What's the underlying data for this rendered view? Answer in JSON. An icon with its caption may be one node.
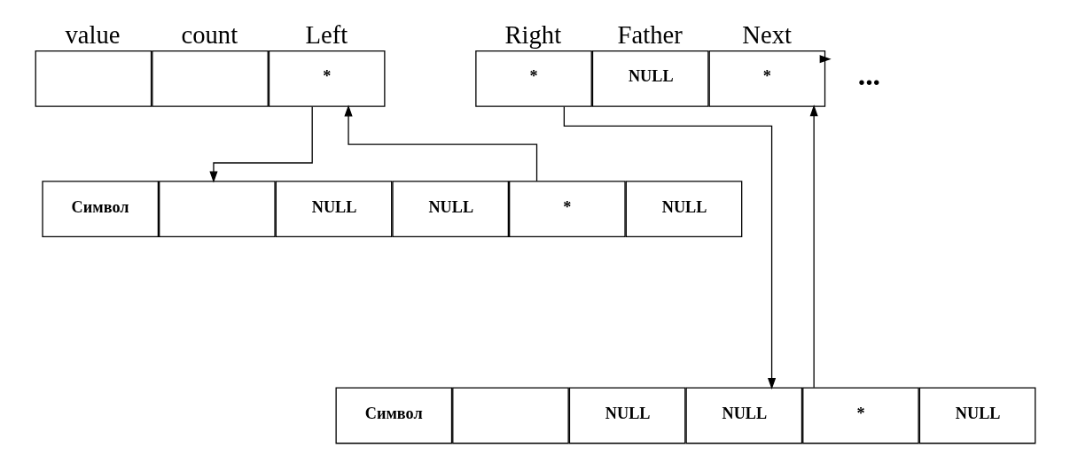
{
  "diagram": {
    "nodes": [
      {
        "text": [
          "value"
        ]
      },
      {
        "text": [
          "count"
        ]
      },
      {
        "text": [
          "Left",
          "*"
        ]
      },
      {
        "text": [
          "Right",
          "*"
        ]
      },
      {
        "text": [
          "Father",
          "NULL"
        ]
      },
      {
        "text": [
          "Next",
          "*"
        ]
      },
      {
        "text": [
          "..."
        ]
      },
      {
        "text": [
          "Символ"
        ]
      },
      {
        "text": [],
        "shape": "box"
      },
      {
        "text": [
          "NULL"
        ]
      },
      {
        "text": [
          "NULL"
        ]
      },
      {
        "text": [
          "*"
        ]
      },
      {
        "text": [
          "NULL"
        ]
      },
      {
        "text": [
          "Символ"
        ]
      },
      {
        "text": [],
        "shape": "box"
      },
      {
        "text": [
          "NULL"
        ]
      },
      {
        "text": [
          "NULL"
        ]
      },
      {
        "text": [
          "*"
        ]
      },
      {
        "text": [
          "NULL"
        ]
      }
    ],
    "edges": [
      {
        "from": 2,
        "to": 8,
        "arrow": "to"
      },
      {
        "from": 11,
        "to": 2,
        "arrow": "to"
      },
      {
        "from": 3,
        "to": 16,
        "arrow": "to"
      },
      {
        "from": 17,
        "to": 5,
        "arrow": "to"
      },
      {
        "from": 5,
        "to": 6,
        "arrow": "to"
      }
    ]
  }
}
